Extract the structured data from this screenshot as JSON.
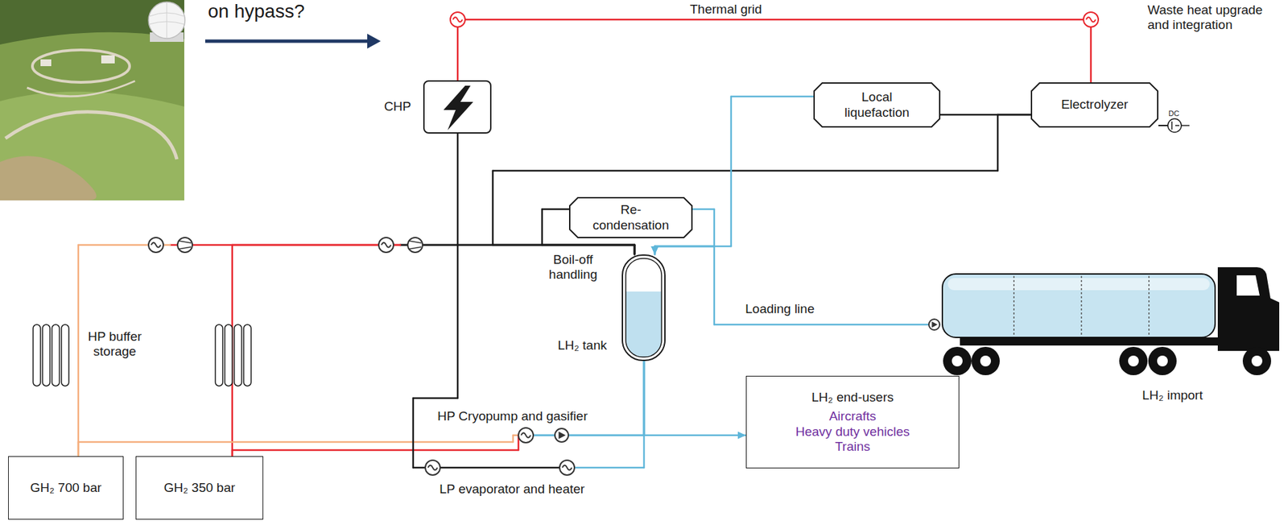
{
  "diagram": {
    "nodes": [
      {
        "text": [
          "CHP"
        ]
      },
      {
        "text": [
          "Local liquefaction"
        ]
      },
      {
        "text": [
          "Electrolyzer"
        ]
      },
      {
        "text": [
          "Re- condensation"
        ]
      },
      {
        "text": [
          "LH₂ tank"
        ]
      },
      {
        "text": [
          "LH₂ import"
        ]
      },
      {
        "text": [
          "LH₂ end-users",
          "Aircrafts",
          "Heavy duty vehicles",
          "Trains"
        ]
      },
      {
        "text": [
          "GH₂ 700 bar"
        ]
      },
      {
        "text": [
          "GH₂ 350 bar"
        ]
      }
    ],
    "edges": [
      {
        "from": 0,
        "to": 2,
        "arrow": "none"
      },
      {
        "from": 2,
        "to": 1,
        "arrow": "none"
      },
      {
        "from": 2,
        "to": 4,
        "arrow": "none"
      },
      {
        "from": 1,
        "to": 4,
        "arrow": "to"
      },
      {
        "from": 3,
        "to": 4,
        "arrow": "to"
      },
      {
        "from": 4,
        "to": 3,
        "arrow": "none"
      },
      {
        "from": 5,
        "to": 4,
        "arrow": "to",
        "label": "Loading line"
      },
      {
        "from": 4,
        "to": 6,
        "arrow": "to"
      },
      {
        "from": 4,
        "to": 8,
        "arrow": "none"
      },
      {
        "from": 4,
        "to": 7,
        "arrow": "none"
      },
      {
        "from": 4,
        "to": 7,
        "arrow": "none"
      },
      {
        "from": 4,
        "to": 8,
        "arrow": "none"
      },
      {
        "from": 0,
        "to": 4,
        "arrow": "none"
      }
    ],
    "labels": [
      "on hypass?",
      "Thermal grid",
      "Waste heat upgrade and integration",
      "DC",
      "Boil-off handling",
      "HP buffer storage",
      "HP Cryopump and gasifier",
      "LP evaporator and heater"
    ]
  }
}
